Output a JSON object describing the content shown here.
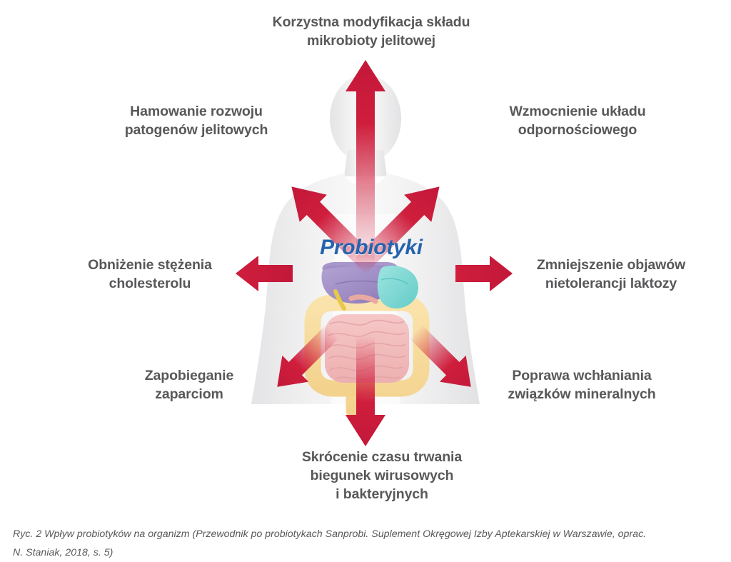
{
  "figure": {
    "center_label": "Probiotyki",
    "center_color": "#2463ae",
    "arrow_color": "#cf1e3c",
    "label_color": "#58585a",
    "body_color": "#eeeeef",
    "background": "#ffffff",
    "caption": "Ryc. 2 Wpływ probiotyków na organizm (Przewodnik po probiotykach Sanprobi. Suplement Okręgowej Izby Aptekarskiej w Warszawie, oprac.\nN. Staniak, 2018, s. 5)"
  },
  "benefits": [
    {
      "id": "top",
      "direction": "up",
      "text": "Korzystna modyfikacja składu\nmikrobioty jelitowej"
    },
    {
      "id": "upper-left",
      "direction": "up-left",
      "text": "Hamowanie rozwoju\npatogenów jelitowych"
    },
    {
      "id": "upper-right",
      "direction": "up-right",
      "text": "Wzmocnienie układu\nodpornościowego"
    },
    {
      "id": "left",
      "direction": "left",
      "text": "Obniżenie stężenia\ncholesterolu"
    },
    {
      "id": "right",
      "direction": "right",
      "text": "Zmniejszenie objawów\nnietolerancji laktozy"
    },
    {
      "id": "lower-left",
      "direction": "down-left",
      "text": "Zapobieganie\nzaparciom"
    },
    {
      "id": "lower-right",
      "direction": "down-right",
      "text": "Poprawa wchłaniania\nzwiązków mineralnych"
    },
    {
      "id": "bottom",
      "direction": "down",
      "text": "Skrócenie czasu trwania\nbiegunek wirusowych\ni bakteryjnych"
    }
  ],
  "organs": [
    {
      "name": "liver",
      "color": "#a897c8"
    },
    {
      "name": "stomach",
      "color": "#7fd8d4"
    },
    {
      "name": "large-intestine",
      "color": "#f6dca0"
    },
    {
      "name": "small-intestine",
      "color": "#f2bcbd"
    },
    {
      "name": "gallbladder",
      "color": "#e8c84a"
    },
    {
      "name": "pancreas",
      "color": "#e9a9a2"
    }
  ]
}
